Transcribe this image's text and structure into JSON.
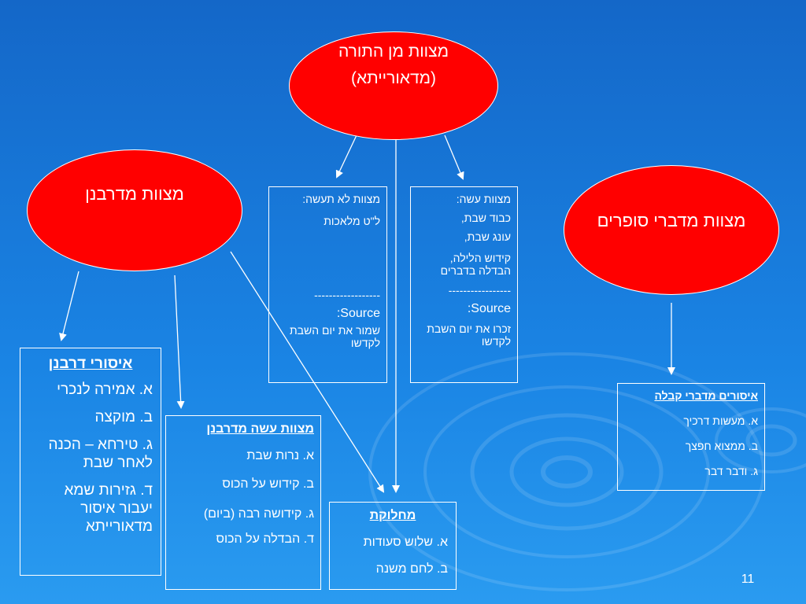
{
  "slide_number": "11",
  "center_ellipse": {
    "line1": "מצוות מן התורה",
    "line2": "(מדאורייתא)"
  },
  "left_ellipse": {
    "label": "מצוות מדרבנן"
  },
  "right_ellipse": {
    "label": "מצוות מדברי סופרים"
  },
  "box_lo_taaseh": {
    "heading": "מצוות לא  תעשה:",
    "item1": "ל\"ט מלאכות",
    "divider": "------------------",
    "source_label": "Source:",
    "source_text": "שמור את יום השבת לקדשו"
  },
  "box_aseh": {
    "heading": "מצוות עשה:",
    "item1": "כבוד שבת,",
    "item2": "עונג שבת,",
    "item3": "קידוש הלילה, הבדלה בדברים",
    "divider": "-----------------",
    "source_label": "Source:",
    "source_text": "זכרו את יום השבת לקדשו"
  },
  "box_issurei_derabanan": {
    "title": "איסורי דרבנן",
    "items": [
      "א. אמירה לנכרי",
      "ב. מוקצה",
      "ג. טירחא – הכנה לאחר שבת",
      "ד. גזירות שמא יעבור איסור מדאורייתא"
    ]
  },
  "box_aseh_derabanan": {
    "title": "מצוות עשה מדרבנן",
    "items": [
      "א. נרות שבת",
      "ב. קידוש על הכוס",
      "ג. קידושה רבה (ביום)",
      "ד. הבדלה על הכוס"
    ]
  },
  "box_machloket": {
    "title": "מחלוקת",
    "items": [
      "א. שלוש סעודות",
      "ב. לחם משנה"
    ]
  },
  "box_issurim_kabbalah": {
    "title": "איסורים מדברי קבלה",
    "items": [
      "א. מעשות דרכיך",
      "ב. ממצוא חפצך",
      "ג. ודבר דבר"
    ]
  }
}
